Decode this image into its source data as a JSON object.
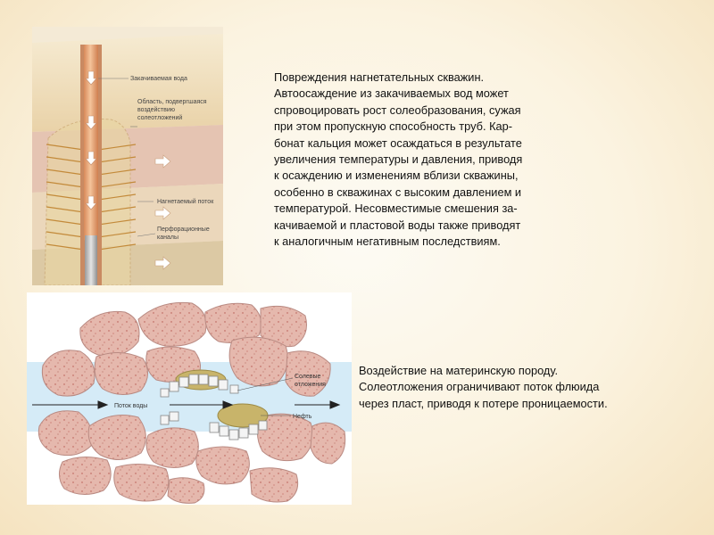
{
  "well_figure": {
    "labels": {
      "injected_water": "Закачиваемая вода",
      "scale_zone": "Область, подвергшаяся\nвоздействию\nсолеотложений",
      "injection_flow": "Нагнетаемый поток",
      "perforations": "Перфорационные\nканалы"
    },
    "colors": {
      "ground_top": "#efdcb2",
      "ground_mid": "#e9cda6",
      "layer_pink": "#e8c3b0",
      "layer_lower": "#d9c9a6",
      "tube": "#e8a374",
      "arrow": "#ffffff"
    }
  },
  "rock_figure": {
    "labels": {
      "water_flow": "Поток воды",
      "salt_deposits": "Солевые\nотложения",
      "oil": "Нефть"
    },
    "colors": {
      "grain": "#e2b5aa",
      "grain_stroke": "#b88a80",
      "flow_band": "#cfe6f5",
      "deposit": "#c4b26a"
    }
  },
  "texts": {
    "wells": "Повреждения нагнетательных скважин.\nАвтоосаждение из закачиваемых вод может\nспровоцировать рост солеобразования, сужая\nпри этом пропускную способность труб. Кар-\nбонат кальция может осаждаться в результате\nувеличения температуры и давления, приводя\nк осаждению и изменениям вблизи скважины,\nособенно в скважинах с высоким давлением и\nтемпературой. Несовместимые смешения за-\nкачиваемой и пластовой воды также приводят\nк аналогичным негативным последствиям.",
    "rock": "Воздействие на материнскую породу.\nСолеотложения ограничивают поток флюида\nчерез пласт, приводя к потере проницаемости."
  }
}
